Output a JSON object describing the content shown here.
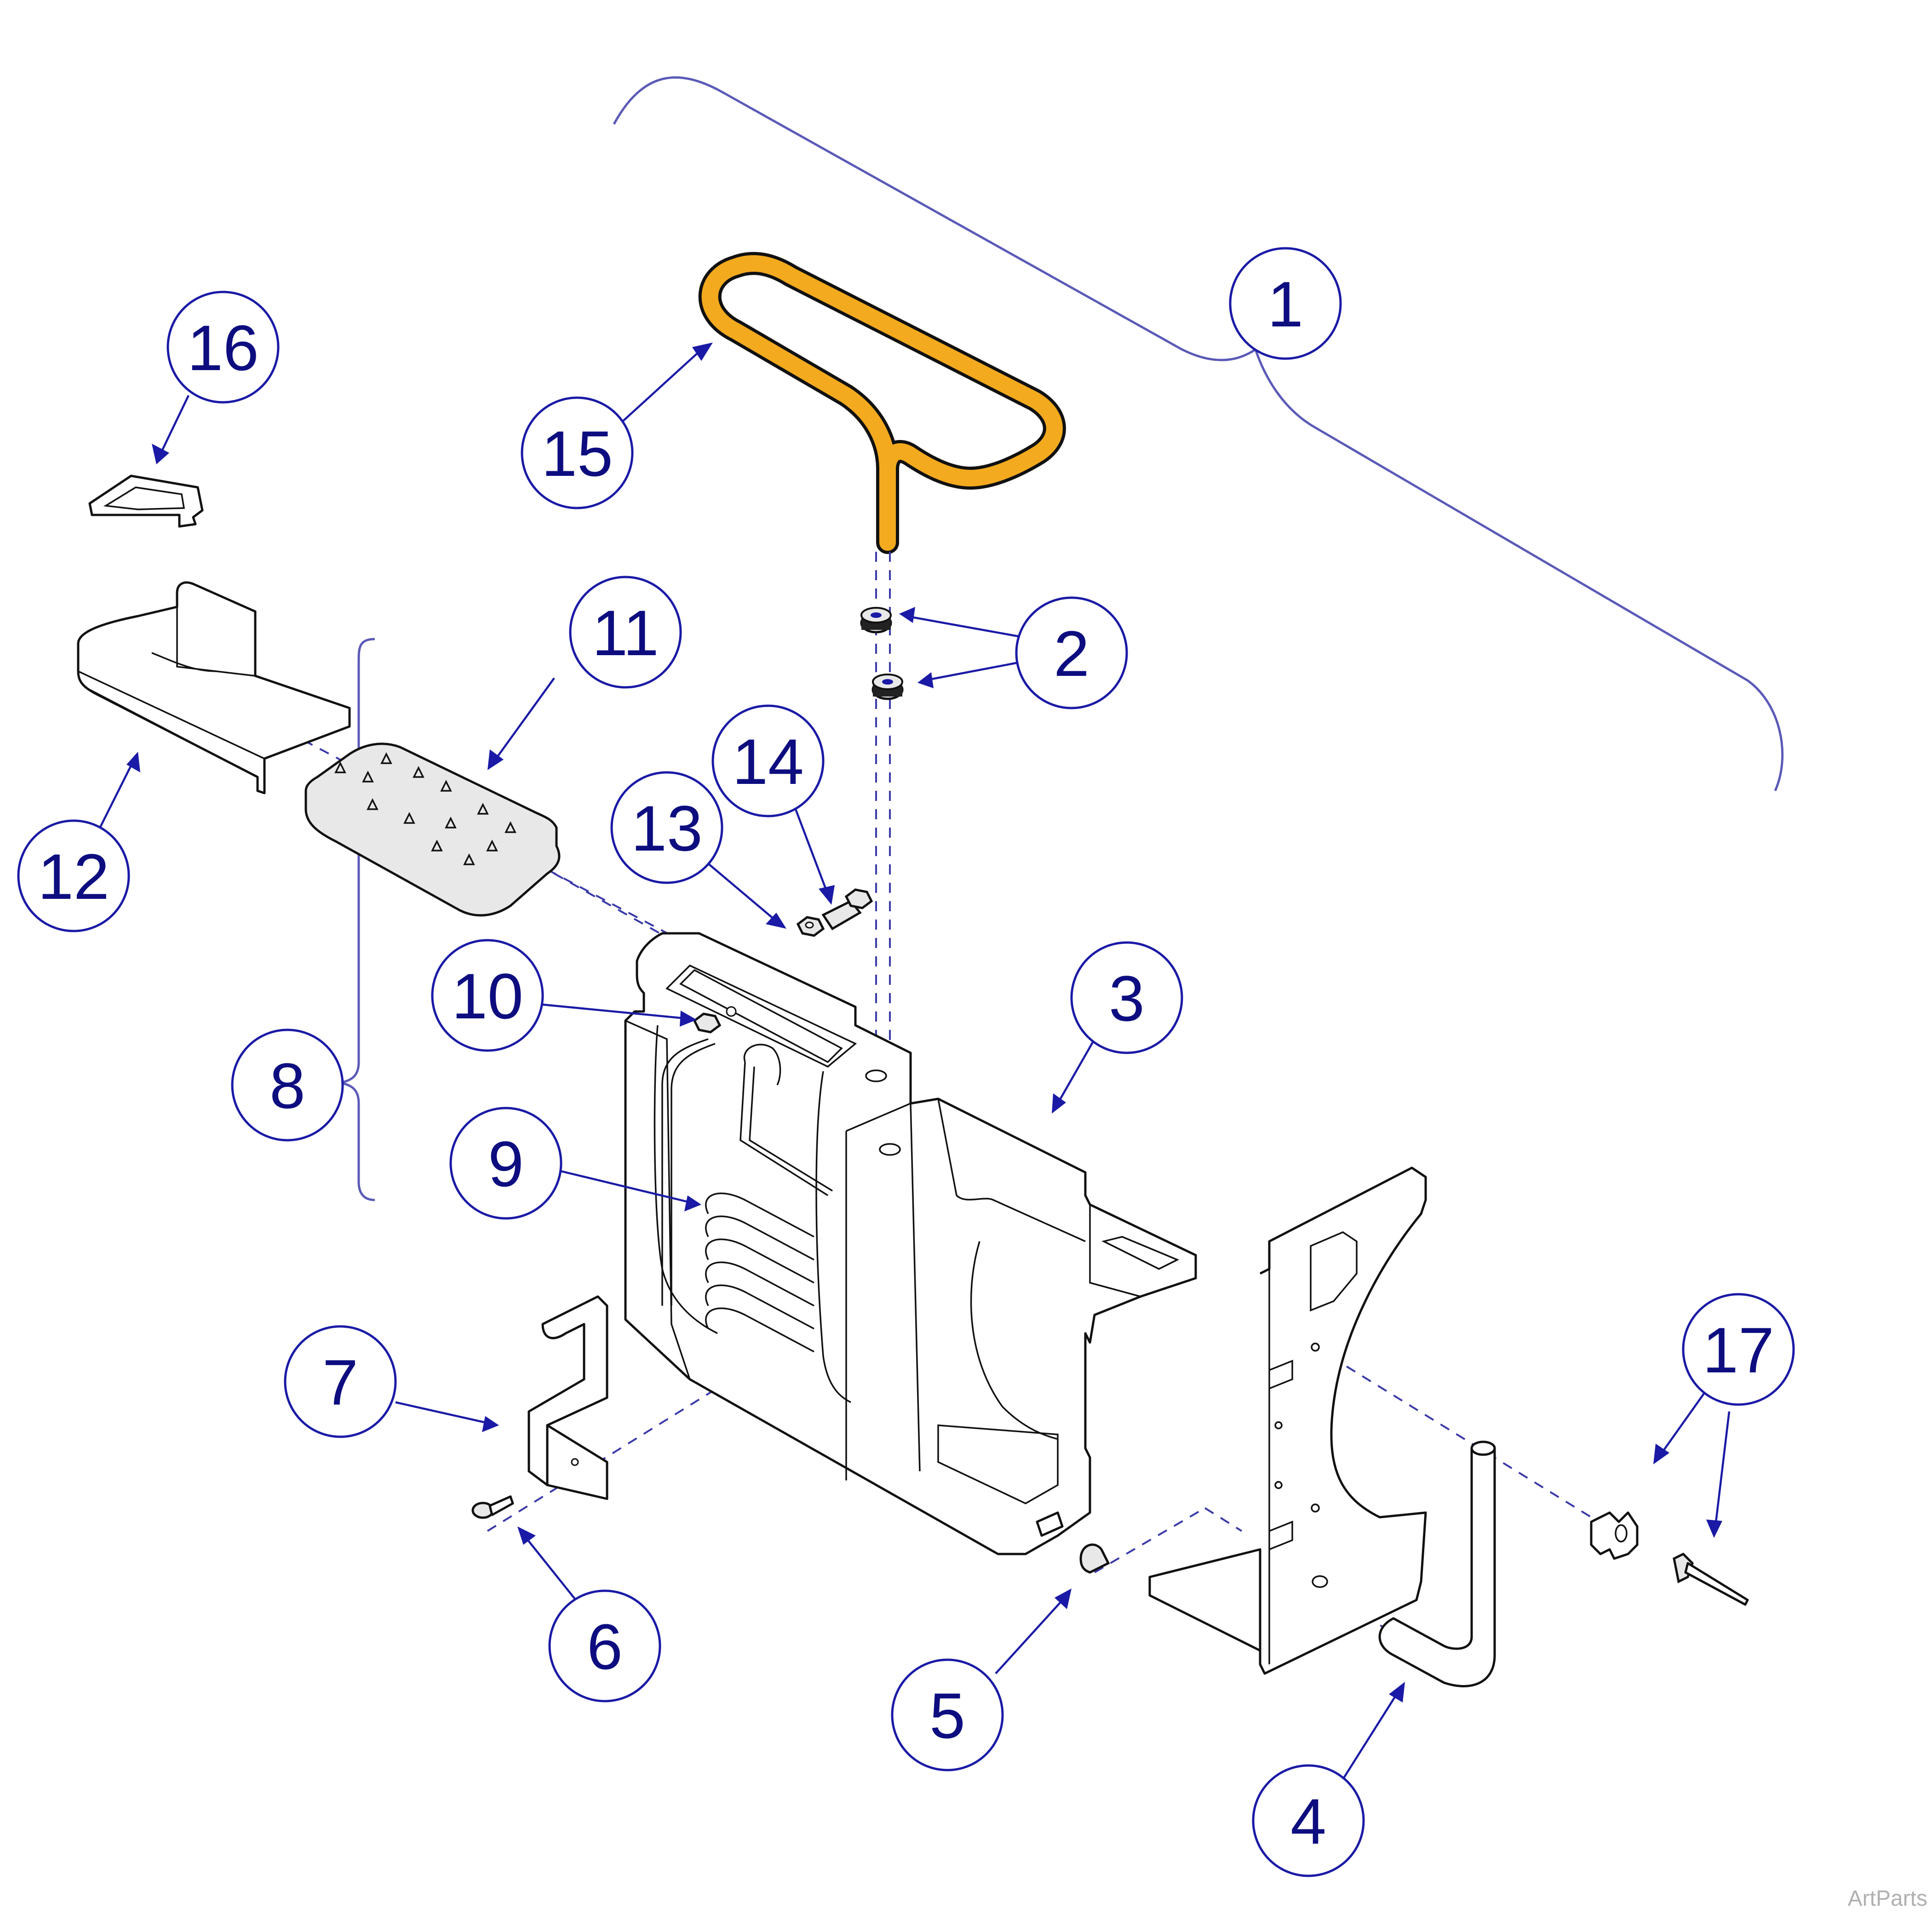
{
  "callouts": [
    {
      "id": "1",
      "label": "1"
    },
    {
      "id": "2",
      "label": "2"
    },
    {
      "id": "3",
      "label": "3"
    },
    {
      "id": "4",
      "label": "4"
    },
    {
      "id": "5",
      "label": "5"
    },
    {
      "id": "6",
      "label": "6"
    },
    {
      "id": "7",
      "label": "7"
    },
    {
      "id": "8",
      "label": "8"
    },
    {
      "id": "9",
      "label": "9"
    },
    {
      "id": "10",
      "label": "10"
    },
    {
      "id": "11",
      "label": "11"
    },
    {
      "id": "12",
      "label": "12"
    },
    {
      "id": "13",
      "label": "13"
    },
    {
      "id": "14",
      "label": "14"
    },
    {
      "id": "15",
      "label": "15"
    },
    {
      "id": "16",
      "label": "16"
    },
    {
      "id": "17",
      "label": "17"
    }
  ],
  "watermark": "ArtParts",
  "colors": {
    "callout": "#1a1aa6",
    "highlight_part": "#f3aa1e"
  }
}
